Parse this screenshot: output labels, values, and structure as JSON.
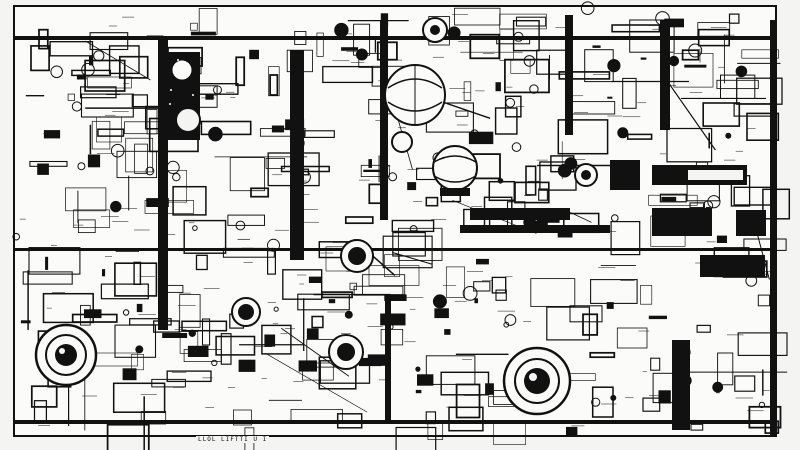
{
  "artwork": {
    "style": "black and white ink illustration of a dense mechanical machine panel",
    "colors": {
      "ink": "#111111",
      "paper": "#f4f4f2",
      "mid": "#8a8a86"
    },
    "caption_text": "LLOL LIFTTI U I"
  },
  "elements": [
    {
      "name": "left-porthole-dial",
      "kind": "porthole"
    },
    {
      "name": "upper-left-starfield-porthole",
      "kind": "porthole"
    },
    {
      "name": "central-sphere-capsule",
      "kind": "sphere"
    },
    {
      "name": "upper-center-sphere-capsule",
      "kind": "sphere"
    },
    {
      "name": "lower-right-porthole-dial",
      "kind": "porthole"
    },
    {
      "name": "center-lower-porthole",
      "kind": "porthole"
    },
    {
      "name": "right-side-dark-cabinet",
      "kind": "panel"
    }
  ]
}
